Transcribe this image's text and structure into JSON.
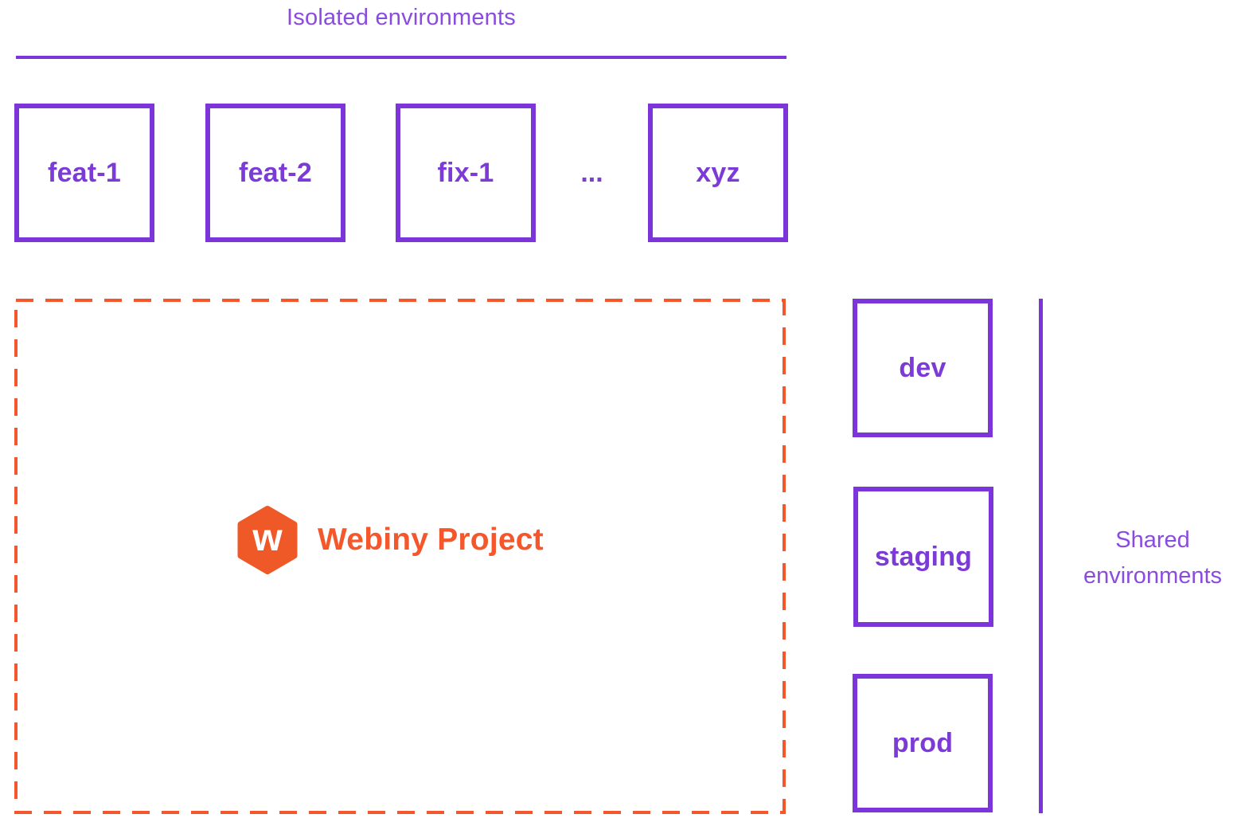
{
  "colors": {
    "purple": "#7B35D9",
    "purple_text": "#7C3BD6",
    "purple_title": "#8A4BDF",
    "orange": "#F4572C",
    "logo_orange": "#EF5928",
    "logo_letter_color": "#FFFFFF"
  },
  "isolated": {
    "title": "Isolated environments",
    "boxes": [
      {
        "label": "feat-1"
      },
      {
        "label": "feat-2"
      },
      {
        "label": "fix-1"
      },
      {
        "label": "xyz"
      }
    ],
    "ellipsis": "..."
  },
  "project": {
    "label": "Webiny Project",
    "logo_letter": "w"
  },
  "shared": {
    "title": "Shared environments",
    "boxes": [
      {
        "label": "dev"
      },
      {
        "label": "staging"
      },
      {
        "label": "prod"
      }
    ]
  }
}
